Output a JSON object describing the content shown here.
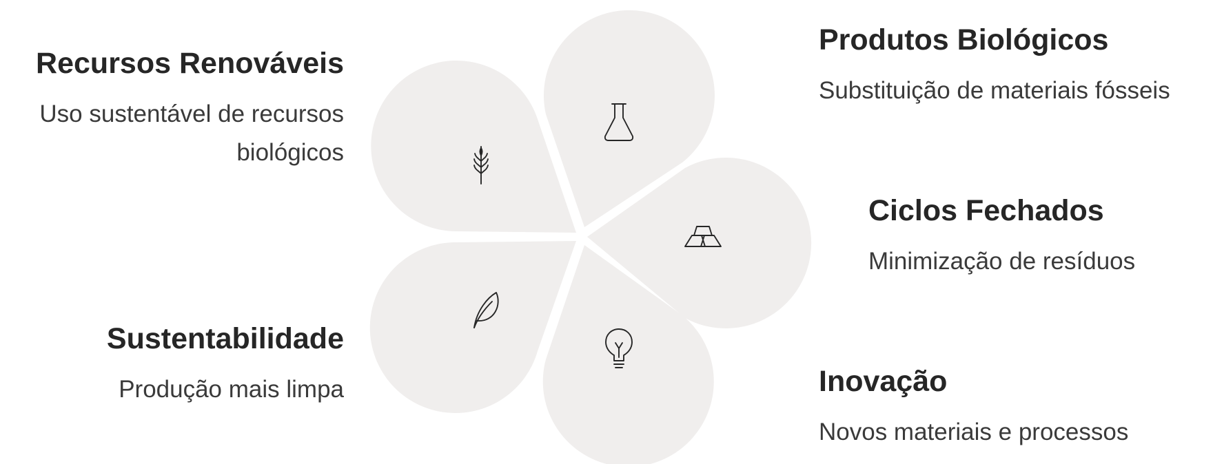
{
  "segments": [
    {
      "id": "recursos-renovaveis",
      "title": "Recursos Renováveis",
      "description": "Uso sustentável de recursos biológicos",
      "icon": "wheat-icon"
    },
    {
      "id": "produtos-biologicos",
      "title": "Produtos Biológicos",
      "description": "Substituição de materiais fósseis",
      "icon": "flask-icon"
    },
    {
      "id": "ciclos-fechados",
      "title": "Ciclos Fechados",
      "description": "Minimização de resíduos",
      "icon": "gold-bars-icon"
    },
    {
      "id": "inovacao",
      "title": "Inovação",
      "description": "Novos materiais e processos",
      "icon": "lightbulb-icon"
    },
    {
      "id": "sustentabilidade",
      "title": "Sustentabilidade",
      "description": "Produção mais limpa",
      "icon": "leaf-icon"
    }
  ],
  "colors": {
    "petal": "#f0eeed",
    "text": "#262626",
    "background": "#ffffff"
  }
}
